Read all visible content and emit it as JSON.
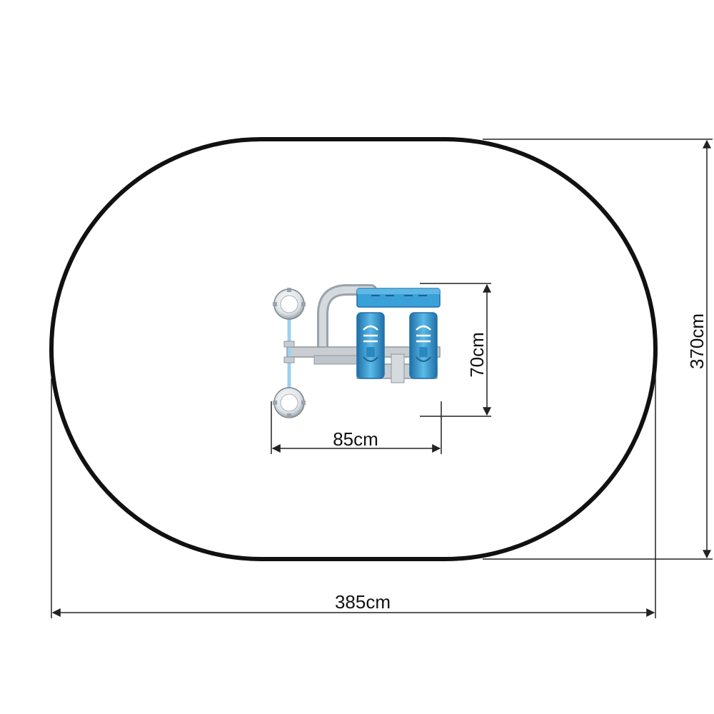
{
  "dimensions": {
    "total_width": "385cm",
    "total_depth": "370cm",
    "equipment_width": "85cm",
    "equipment_depth": "70cm"
  },
  "colors": {
    "safety_zone_outline": "#111111",
    "dimension_line": "#222222",
    "frame_grey": "#c9ced3",
    "seat_blue": "#3aa0d8",
    "seat_blue_dark": "#1f6fa8",
    "handle_white": "#f2f4f6"
  },
  "icons": {
    "seat": "bucket-seat-icon",
    "handle": "round-handle-icon"
  }
}
